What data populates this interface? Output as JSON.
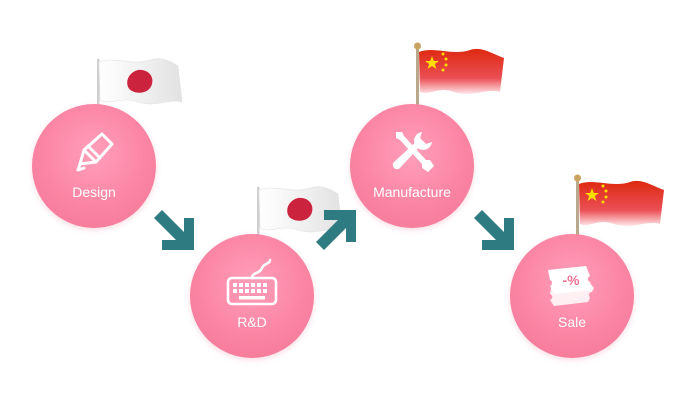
{
  "steps": [
    {
      "id": "design",
      "label": "Design",
      "icon": "pencil-icon",
      "flag": "japan"
    },
    {
      "id": "rnd",
      "label": "R&D",
      "icon": "keyboard-icon",
      "flag": "japan"
    },
    {
      "id": "manufacture",
      "label": "Manufacture",
      "icon": "tools-icon",
      "flag": "china"
    },
    {
      "id": "sale",
      "label": "Sale",
      "icon": "tickets-icon",
      "flag": "china"
    }
  ],
  "sale_tag": "-%",
  "colors": {
    "node_pink": "#fb84a3",
    "arrow_teal": "#2f7b82",
    "japan_red": "#c8102e",
    "china_red": "#de2910",
    "china_star": "#ffde00"
  }
}
